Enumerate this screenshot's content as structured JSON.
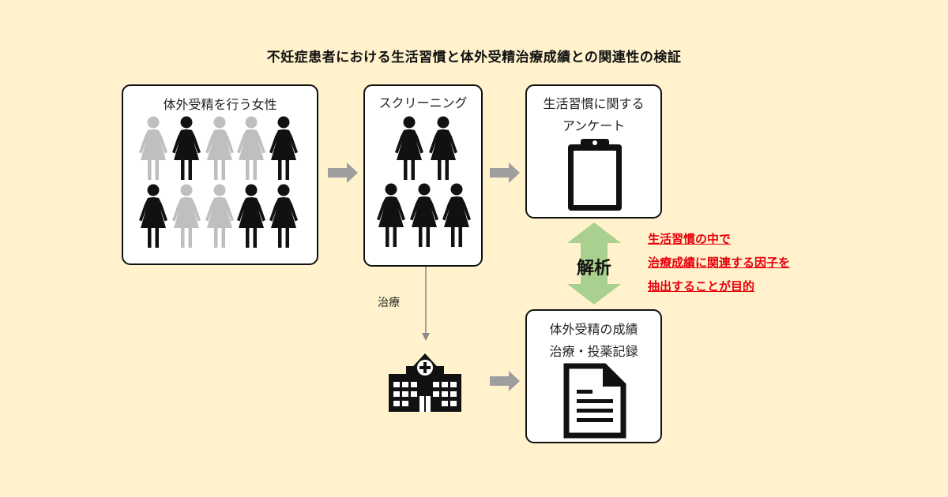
{
  "title": "不妊症患者における生活習慣と体外受精治療成績との関連性の検証",
  "boxes": {
    "women": {
      "label": "体外受精を行う女性"
    },
    "screening": {
      "label": "スクリーニング"
    },
    "survey": {
      "label_line1": "生活習慣に関する",
      "label_line2": "アンケート"
    },
    "results": {
      "label_line1": "体外受精の成績",
      "label_line2": "治療・投薬記録"
    }
  },
  "analysis_label": "解析",
  "treatment_label": "治療",
  "annotation": {
    "line1": "生活習慣の中で",
    "line2": "治療成績に関連する因子を",
    "line3": "抽出することが目的"
  },
  "women_grid": {
    "row1": [
      "gray",
      "black",
      "gray",
      "gray",
      "black"
    ],
    "row2": [
      "black",
      "gray",
      "gray",
      "black",
      "black"
    ]
  },
  "colors": {
    "background": "#fff2cc",
    "figure_black": "#111111",
    "figure_gray": "#bfbfbf",
    "arrow_gray": "#9e9e9e",
    "analysis_arrow_green": "#a9d08e",
    "annotation_red": "#e8000b"
  },
  "icons": [
    "woman-icon",
    "clipboard-icon",
    "hospital-icon",
    "document-icon"
  ]
}
